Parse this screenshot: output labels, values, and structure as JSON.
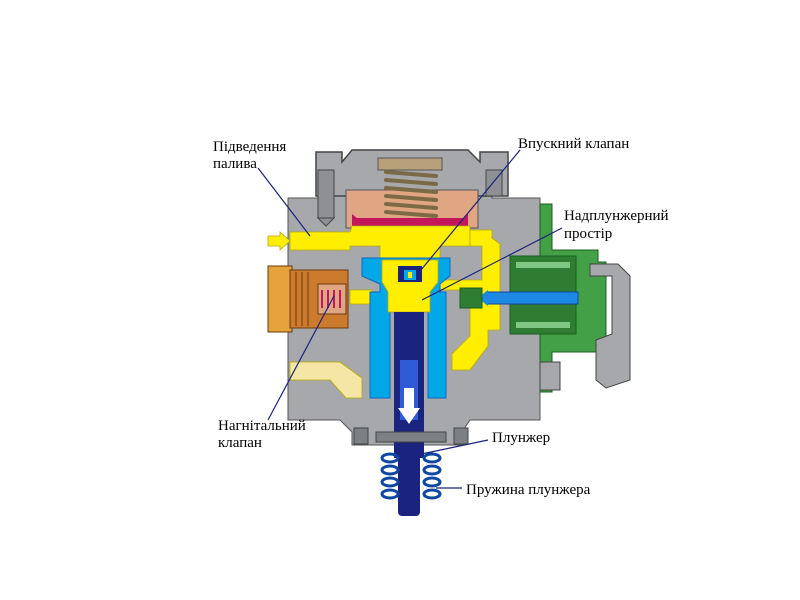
{
  "labels": {
    "fuel_supply": [
      "Підведення",
      "палива"
    ],
    "inlet_valve": "Впускний клапан",
    "above_plunger_space": [
      "Надплунжерний",
      "простір"
    ],
    "discharge_valve": [
      "Нагнітальний",
      "клапан"
    ],
    "plunger": "Плунжер",
    "plunger_spring": "Пружина плунжера"
  },
  "colors": {
    "housing": "#a6a8ab",
    "housing_dark": "#7d8083",
    "fuel": "#ffee00",
    "low_pressure": "#00a8e8",
    "plunger": "#1a237e",
    "valve_body": "#cc7a2e",
    "valve_cap": "#e6a33c",
    "solenoid": "#2e7d32",
    "solenoid_light": "#43a047",
    "spring_top": "#b8a07a",
    "seat": "#e0a582",
    "magenta": "#c2185b",
    "leader": "#1a237e"
  }
}
